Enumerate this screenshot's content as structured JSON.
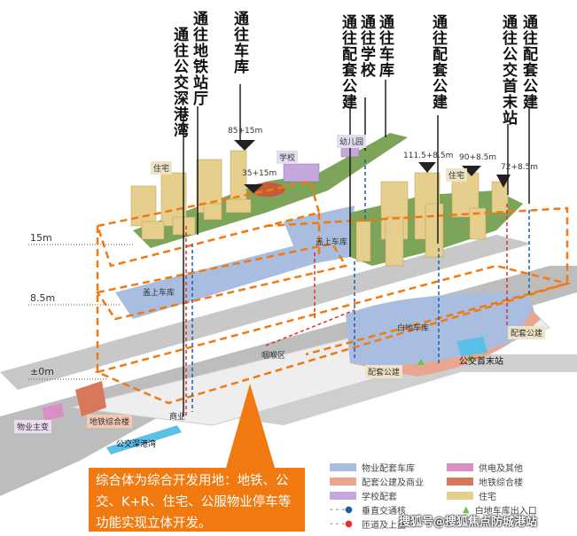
{
  "top_labels": [
    "通往公交深港湾",
    "通往地铁站厅",
    "通往车库",
    "通往配套公建",
    "通往学校",
    "通往车库",
    "通往配套公建",
    "通往公交首末站",
    "通往配套公建"
  ],
  "levels": [
    "15m",
    "8.5m",
    "±0m"
  ],
  "heights": [
    "85+15m",
    "35+15m",
    "111.5+8.5m",
    "90+8.5m",
    "72+8.5m"
  ],
  "tags": {
    "residential_left": "住宅",
    "school": "学校",
    "kindergarten": "幼儿园",
    "residential_right": "住宅",
    "deck_garage_right": "盖上车库",
    "deck_garage_left": "盖上车库",
    "white_garage": "白地车库",
    "throat_area": "咽喉区",
    "support_public_bottom": "配套公建",
    "support_public_right": "配套公建",
    "bus_terminal": "公交首末站",
    "commercial": "商业",
    "metro_building": "地铁综合楼",
    "substation": "物业主变",
    "bus_bay": "公交深港湾"
  },
  "callout": "综合体为综合开发用地：地铁、公交、K+R、住宅、公服物业停车等功能实现立体开发。",
  "legend": [
    {
      "label": "物业配套车库",
      "color": "#a9bde0"
    },
    {
      "label": "供电及其他",
      "color": "#d98fc6"
    },
    {
      "label": "配套公建及商业",
      "color": "#e8a590"
    },
    {
      "label": "地铁综合楼",
      "color": "#d8785a"
    },
    {
      "label": "学校配套",
      "color": "#c4a8dc"
    },
    {
      "label": "住宅",
      "color": "#e6cf8c"
    },
    {
      "label": "垂直交通核",
      "color": "#1a5fa8"
    },
    {
      "label": "白地车库出入口",
      "color": "#6fbf4a"
    },
    {
      "label": "匝道及上盖",
      "color": "#e03030"
    }
  ],
  "watermark": "搜狐号@搜狐焦点防城港站"
}
